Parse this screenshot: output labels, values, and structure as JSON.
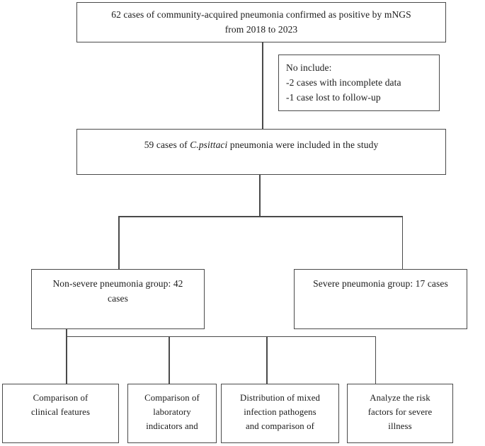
{
  "diagram": {
    "title": "Study flow diagram",
    "line_color": "#4a4a4a",
    "background_color": "#ffffff"
  },
  "nodes": {
    "enrolled": {
      "line1": "62 cases of community-acquired pneumonia confirmed as positive by mNGS",
      "line2": "from 2018 to 2023"
    },
    "exclusion": {
      "line1": "No include:",
      "line2": "-2 cases with incomplete data",
      "line3": "-1 case lost to follow-up"
    },
    "included": {
      "prefix": "59 cases of ",
      "organism": "C.psittaci",
      "suffix": " pneumonia were included in the study"
    },
    "nonsevere": {
      "line1": "Non-severe pneumonia group: 42",
      "line2": "cases"
    },
    "severe": {
      "line1": "Severe pneumonia group: 17 cases"
    },
    "leaves": [
      {
        "line1": "Comparison of",
        "line2": "clinical features",
        "line3": ""
      },
      {
        "line1": "Comparison of",
        "line2": "laboratory",
        "line3": "indicators and"
      },
      {
        "line1": "Distribution of mixed",
        "line2": "infection pathogens",
        "line3": "and comparison of"
      },
      {
        "line1": "Analyze the risk",
        "line2": "factors for severe",
        "line3": "illness"
      }
    ]
  }
}
